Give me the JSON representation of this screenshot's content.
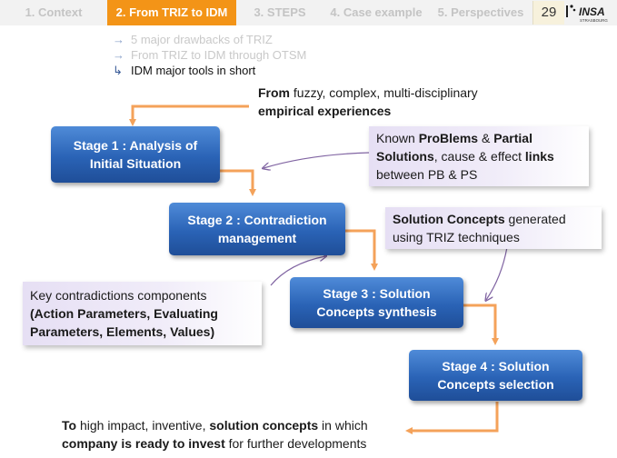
{
  "nav": {
    "tabs": [
      {
        "label": "1. Context",
        "active": false
      },
      {
        "label": "2. From TRIZ to IDM",
        "active": true
      },
      {
        "label": "3. STEPS",
        "active": false
      },
      {
        "label": "4. Case example",
        "active": false
      },
      {
        "label": "5. Perspectives",
        "active": false
      }
    ],
    "page_number": "29",
    "logo_text": "INSA",
    "logo_subtext": "STRASBOURG"
  },
  "subnav": [
    {
      "label": "5 major drawbacks of TRIZ",
      "current": false
    },
    {
      "label": "From TRIZ to IDM through OTSM",
      "current": false
    },
    {
      "label": "IDM major tools in short",
      "current": true
    }
  ],
  "from": {
    "line1_bold": "From",
    "line1_rest": " fuzzy, complex, multi-disciplinary",
    "line2_bold": "empirical experiences"
  },
  "stages": [
    {
      "line1": "Stage 1 : Analysis of",
      "line2": "Initial Situation"
    },
    {
      "line1": "Stage 2 : Contradiction",
      "line2": "management"
    },
    {
      "line1": "Stage 3 : Solution",
      "line2": "Concepts synthesis"
    },
    {
      "line1": "Stage 4 : Solution",
      "line2": "Concepts selection"
    }
  ],
  "notes": {
    "problems": {
      "l1_a": "Known ",
      "l1_b": "ProBlems",
      "l1_c": " & ",
      "l1_d": "Partial",
      "l2_a": "Solutions",
      "l2_b": ", cause & effect ",
      "l2_c": "links",
      "l3": "between PB & PS"
    },
    "concepts": {
      "l1_a": "Solution Concepts",
      "l1_b": " generated",
      "l2": "using TRIZ techniques"
    },
    "contradictions": {
      "l1": "Key contradictions components",
      "l2": "(Action Parameters, Evaluating",
      "l3": "Parameters, Elements, Values)"
    }
  },
  "to": {
    "l1_a": "To",
    "l1_b": " high impact, inventive, ",
    "l1_c": "solution concepts",
    "l1_d": " in which",
    "l2_a": "company is ready to invest",
    "l2_b": " for further developments"
  },
  "colors": {
    "accent_orange": "#f39417",
    "connector_orange": "#f4a25a",
    "stage_blue": "#2a63b6",
    "note_lilac": "#e6dff4",
    "pointer_purple": "#8064a2"
  }
}
